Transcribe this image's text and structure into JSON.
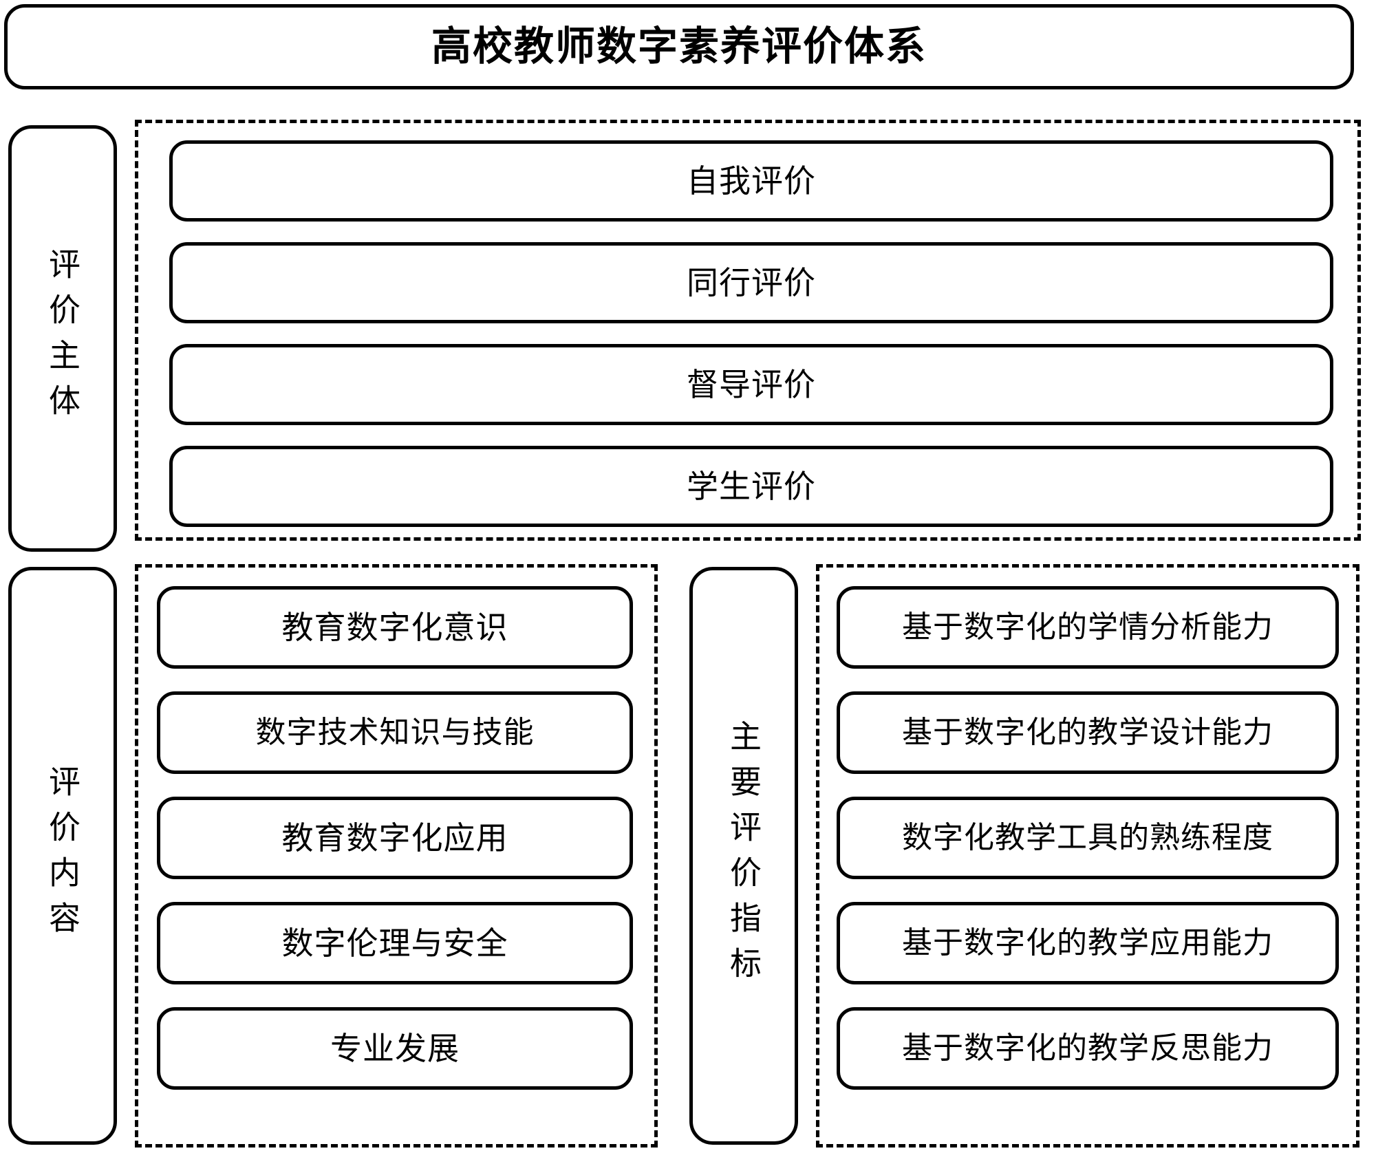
{
  "title": "高校教师数字素养评价体系",
  "sections": {
    "subject": {
      "label": "评价主体",
      "items": [
        {
          "label": "自我评价"
        },
        {
          "label": "同行评价"
        },
        {
          "label": "督导评价"
        },
        {
          "label": "学生评价"
        }
      ]
    },
    "content": {
      "label": "评价内容",
      "items": [
        {
          "label": "教育数字化意识"
        },
        {
          "label": "数字技术知识与技能"
        },
        {
          "label": "教育数字化应用"
        },
        {
          "label": "数字伦理与安全"
        },
        {
          "label": "专业发展"
        }
      ]
    },
    "indicator": {
      "label": "主要评价指标",
      "items": [
        {
          "label": "基于数字化的学情分析能力"
        },
        {
          "label": "基于数字化的教学设计能力"
        },
        {
          "label": "数字化教学工具的熟练程度"
        },
        {
          "label": "基于数字化的教学应用能力"
        },
        {
          "label": "基于数字化的教学反思能力"
        }
      ]
    }
  },
  "colors": {
    "stroke": "#000000",
    "background": "#ffffff",
    "text": "#000000"
  }
}
